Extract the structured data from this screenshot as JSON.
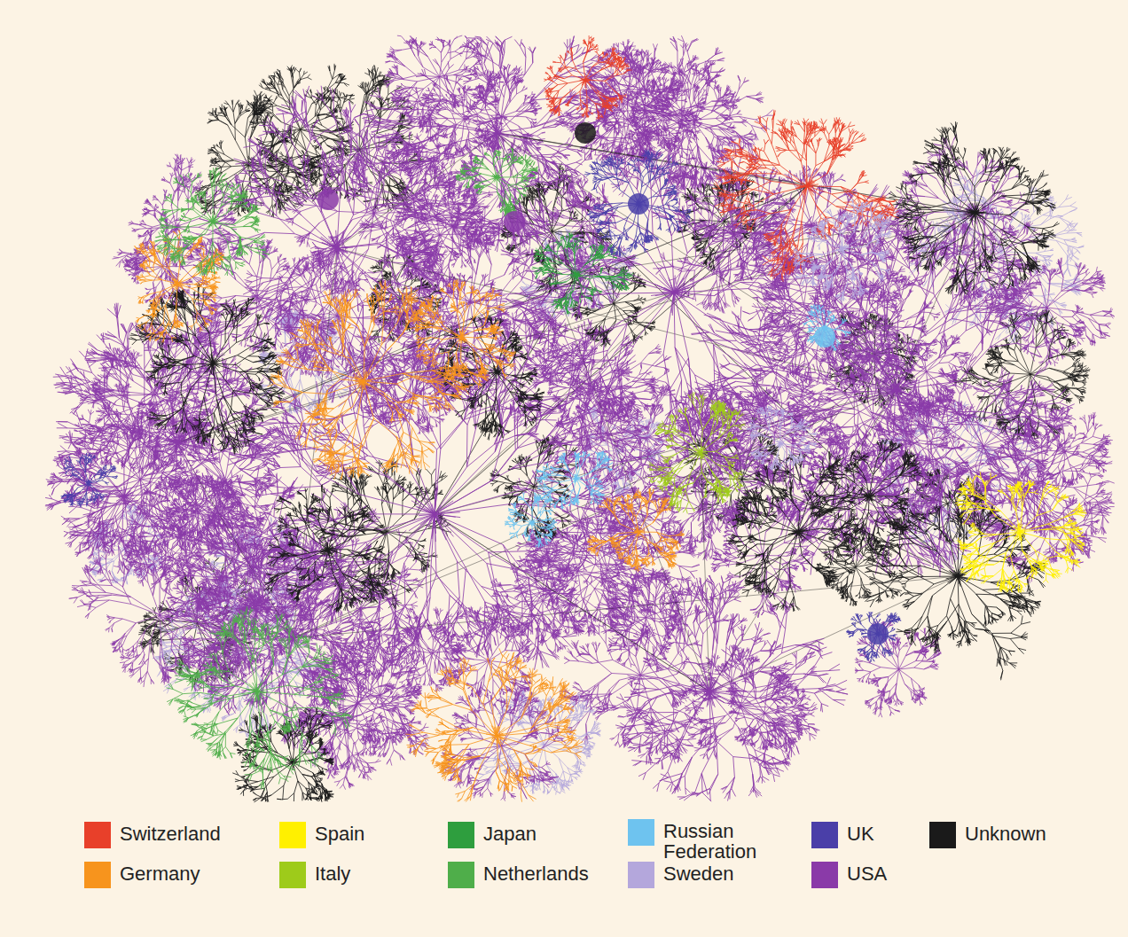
{
  "diagram": {
    "legend": [
      {
        "text": "Switzerland",
        "color": "#e8402a"
      },
      {
        "text": "Germany",
        "color": "#f7941d"
      },
      {
        "text": "Spain",
        "color": "#fff000"
      },
      {
        "text": "Italy",
        "color": "#9ecb1a"
      },
      {
        "text": "Japan",
        "color": "#2e9e3e"
      },
      {
        "text": "Netherlands",
        "color": "#4fae4a"
      },
      {
        "text": "Russian Federation",
        "color": "#6ec3ef"
      },
      {
        "text": "Sweden",
        "color": "#b4a7dc"
      },
      {
        "text": "UK",
        "color": "#4a3fa8"
      },
      {
        "text": "USA",
        "color": "#8a3aa8"
      },
      {
        "text": "Unknown",
        "color": "#1a1a1a"
      }
    ]
  }
}
